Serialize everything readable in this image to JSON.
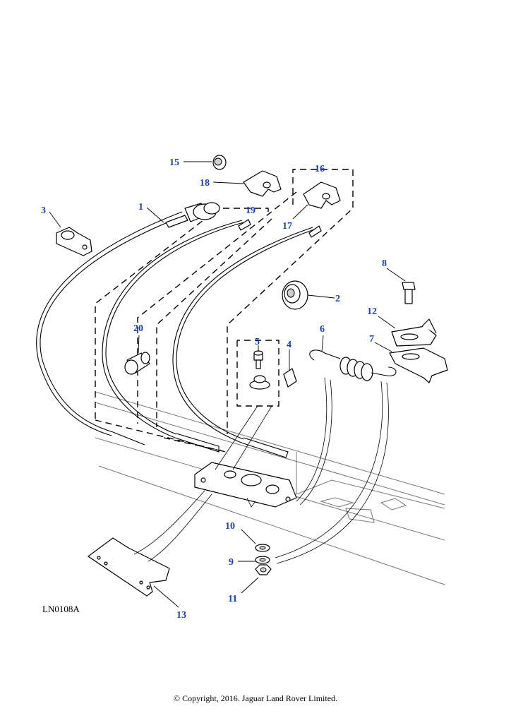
{
  "drawing_code": "LN0108A",
  "copyright": "© Copyright, 2016. Jaguar Land Rover Limited.",
  "callouts": [
    "1",
    "2",
    "3",
    "4",
    "5",
    "6",
    "7",
    "8",
    "9",
    "10",
    "11",
    "12",
    "13",
    "15",
    "16",
    "17",
    "18",
    "19",
    "20"
  ]
}
